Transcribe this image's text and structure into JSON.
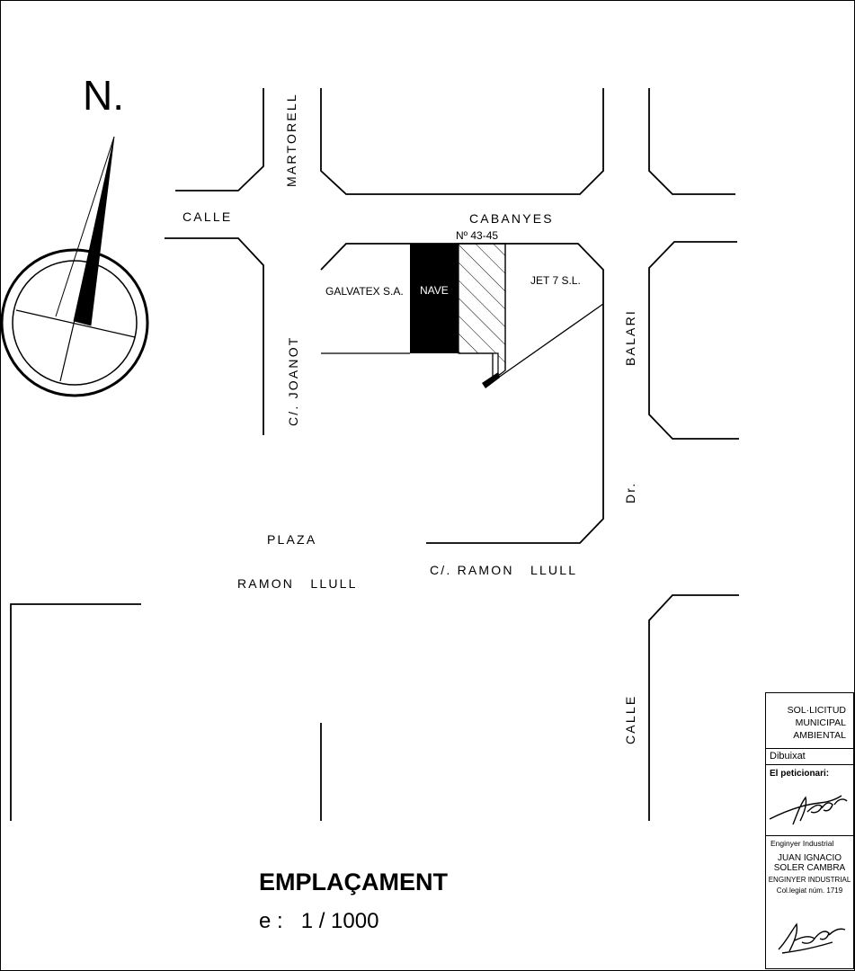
{
  "compass": {
    "north_label": "N."
  },
  "streets": {
    "martorell": "MARTORELL",
    "calle_left": "CALLE",
    "cabanyes": "CABANYES",
    "joanot": "C/. JOANOT",
    "balari": "BALARI",
    "dr": "Dr.",
    "calle_right": "CALLE",
    "plaza": "PLAZA",
    "ramon_llull_plaza": "RAMON   LLULL",
    "c_ramon_llull": "C/. RAMON   LLULL"
  },
  "parcels": {
    "address": "Nº 43-45",
    "galvatex": "GALVATEX S.A.",
    "nave": "NAVE",
    "jet7": "JET 7 S.L."
  },
  "title": {
    "main": "EMPLAÇAMENT",
    "scale": "e :   1 / 1000"
  },
  "title_block": {
    "line1": "SOL·LICITUD",
    "line2": "MUNICIPAL",
    "line3": "AMBIENTAL",
    "dibuixat": "Dibuixat",
    "peticionari": "El peticionari:",
    "enginyer": "Enginyer Industrial",
    "name1": "JUAN IGNACIO",
    "name2": "SOLER CAMBRA",
    "role": "ENGINYER INDUSTRIAL",
    "colegiat": "Col.legiat núm. 1719"
  }
}
